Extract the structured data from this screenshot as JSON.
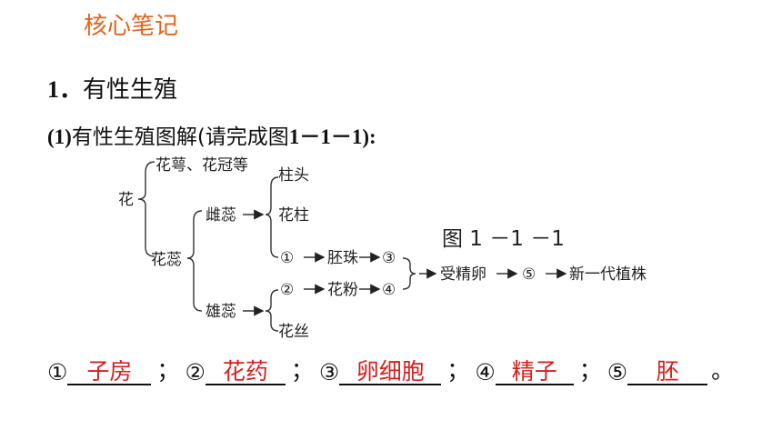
{
  "header": {
    "title": "核心笔记"
  },
  "section": {
    "number": "1．",
    "heading": "有性生殖"
  },
  "subsection": {
    "prefix": "(1)",
    "text": "有性生殖图解(请完成图",
    "figure_ref": "1－1－1",
    "suffix": "):"
  },
  "diagram": {
    "root": "花",
    "sepals": "花萼、花冠等",
    "pistils_group": "花蕊",
    "pistil": "雌蕊",
    "stigma": "柱头",
    "style": "花柱",
    "blank1": "①",
    "ovule": "胚珠",
    "blank3": "③",
    "stamen": "雄蕊",
    "blank2": "②",
    "pollen": "花粉",
    "blank4": "④",
    "filament": "花丝",
    "zygote": "受精卵",
    "blank5": "⑤",
    "new_plant": "新一代植株",
    "caption": "图 1 －1 －1"
  },
  "answers": [
    {
      "marker": "①",
      "answer": "子房",
      "sep": "；"
    },
    {
      "marker": "②",
      "answer": "花药",
      "sep": "；"
    },
    {
      "marker": "③",
      "answer": "卵细胞",
      "sep": "；"
    },
    {
      "marker": "④",
      "answer": "精子",
      "sep": "；"
    },
    {
      "marker": "⑤",
      "answer": "胚",
      "sep": "。"
    }
  ],
  "colors": {
    "title": "#e0651f",
    "answer": "#d61f1f",
    "text": "#111111"
  }
}
